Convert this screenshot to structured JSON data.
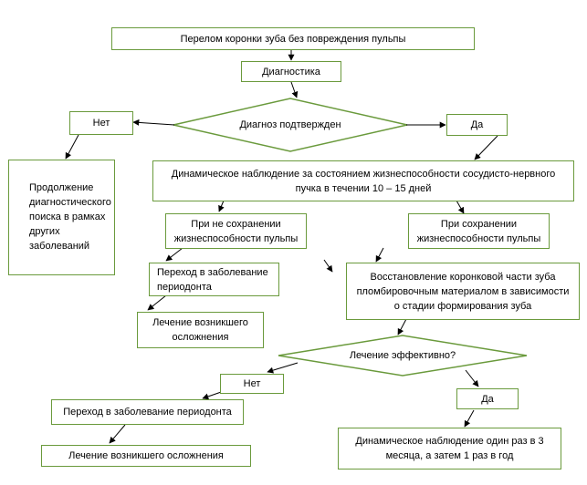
{
  "nodes": {
    "fracture": "Перелом коронки зуба без повреждения пульпы",
    "diagnostics": "Диагностика",
    "diagnosis_confirmed": "Диагноз подтвержден",
    "no_1": "Нет",
    "yes_1": "Да",
    "continue_search": "Продолжение диагностического поиска в рамках других заболеваний",
    "dynamic_observation": "Динамическое наблюдение за состоянием жизнеспособности сосудисто-нервного пучка в течении 10 – 15 дней",
    "pulp_not_preserved": "При не сохранении жизнеспособности пульпы",
    "pulp_preserved": "При сохранении жизнеспособности пульпы",
    "transition_periodont_1": "Переход в заболевание периодонта",
    "crown_restoration": "Восстановление коронковой части зуба пломбировочным материалом в зависимости о стадии формирования зуба",
    "treat_complication_1": "Лечение возникшего осложнения",
    "treatment_effective": "Лечение эффективно?",
    "no_2": "Нет",
    "yes_2": "Да",
    "transition_periodont_2": "Переход в заболевание периодонта",
    "followup": "Динамическое наблюдение один раз в 3 месяца, а затем 1 раз в год",
    "treat_complication_2": "Лечение возникшего осложнения"
  },
  "colors": {
    "box_border": "#6a9a3c",
    "arrow": "#000000"
  }
}
